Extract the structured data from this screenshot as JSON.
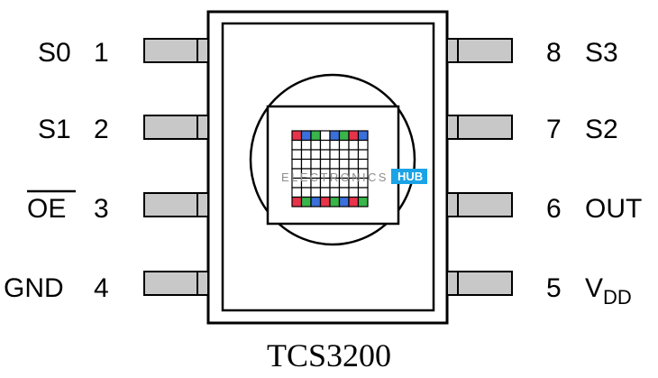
{
  "diagram": {
    "title": "TCS3200",
    "colors": {
      "outline": "#000000",
      "pin_fill": "#c8c8c8",
      "photodiode_red": "#e8334a",
      "photodiode_green": "#39b54a",
      "photodiode_blue": "#3b6fd9",
      "photodiode_clear": "#ffffff",
      "watermark_gray": "#8e8e8e",
      "watermark_accent": "#1aa3e6"
    },
    "pins_left": [
      {
        "number": "1",
        "name": "S0"
      },
      {
        "number": "2",
        "name": "S1"
      },
      {
        "number": "3",
        "name": "OE",
        "overline": true
      },
      {
        "number": "4",
        "name": "GND"
      }
    ],
    "pins_right": [
      {
        "number": "8",
        "name": "S3"
      },
      {
        "number": "7",
        "name": "S2"
      },
      {
        "number": "6",
        "name": "OUT"
      },
      {
        "number": "5",
        "name": "V",
        "subscript": "DD"
      }
    ],
    "watermark": {
      "text": "ELECTRONICS",
      "badge": "HUB"
    },
    "photodiode_array": {
      "rows": 8,
      "cols": 8
    }
  }
}
